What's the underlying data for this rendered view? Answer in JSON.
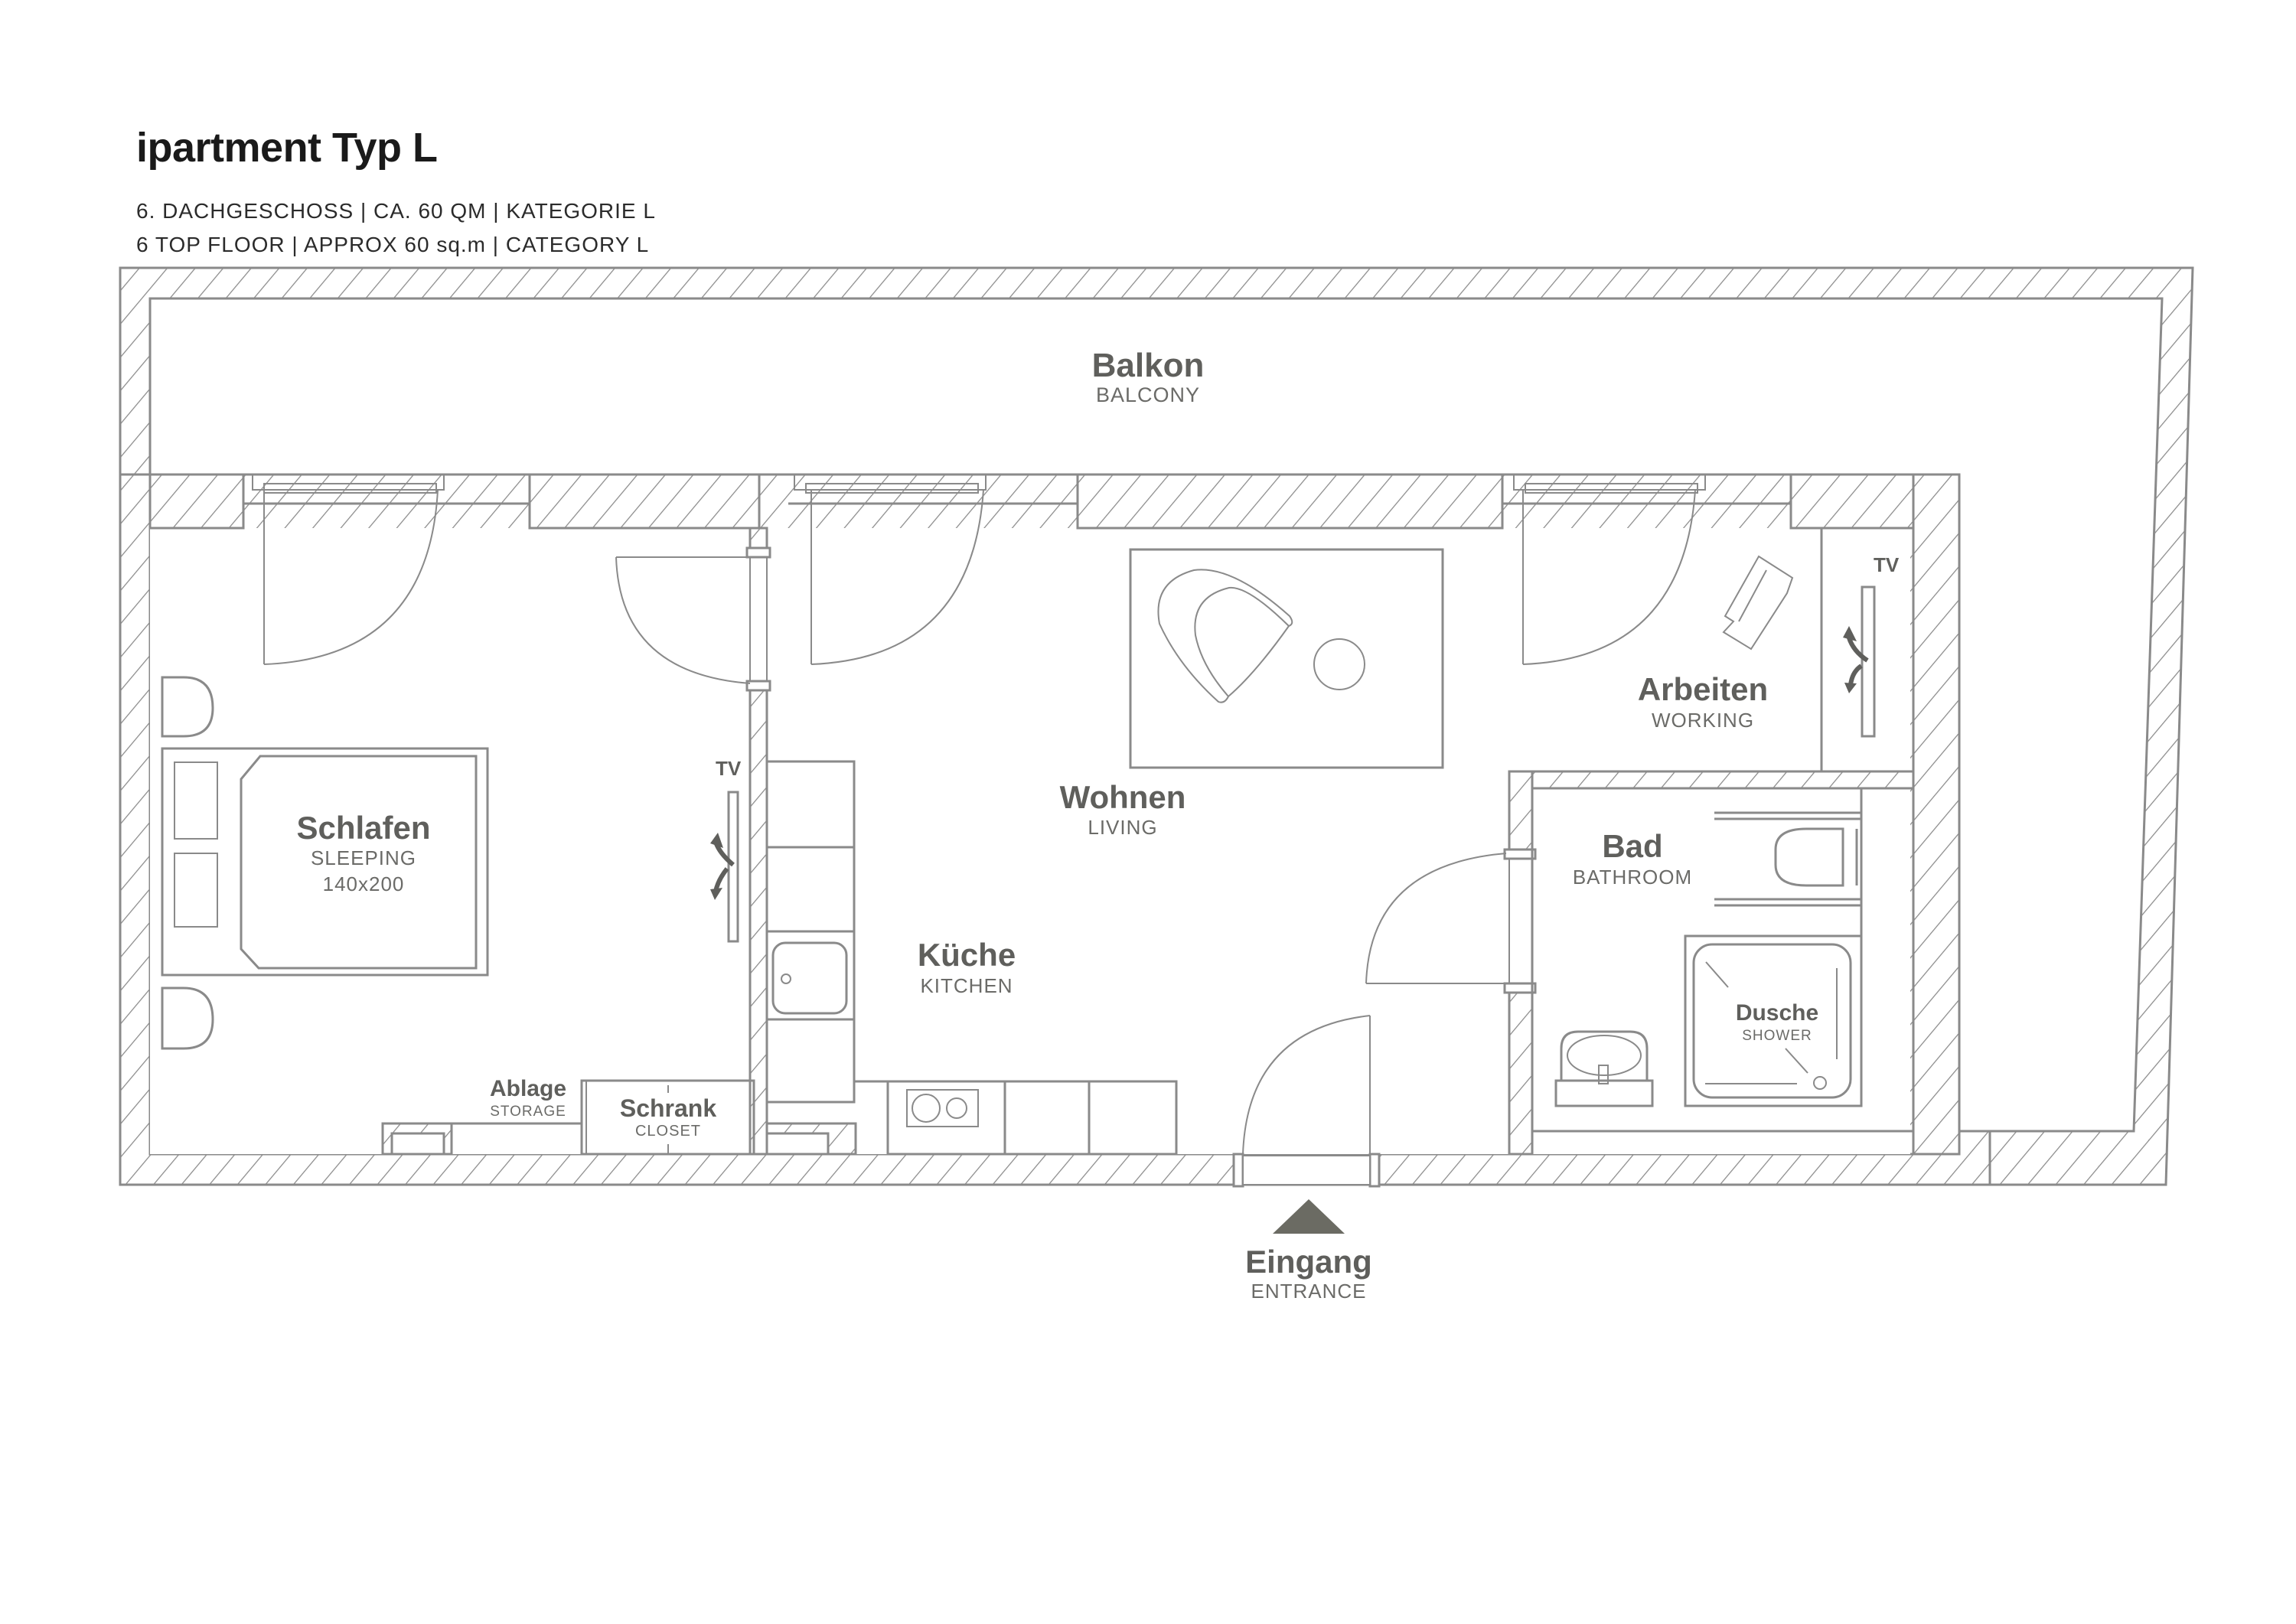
{
  "header": {
    "title": "ipartment Typ L",
    "subtitle_de": "6. DACHGESCHOSS | CA. 60 QM | KATEGORIE L",
    "subtitle_en": "6 TOP FLOOR | APPROX 60 sq.m | CATEGORY L"
  },
  "rooms": {
    "balcony": {
      "de": "Balkon",
      "en": "BALCONY"
    },
    "sleeping": {
      "de": "Schlafen",
      "en": "SLEEPING",
      "bed_size": "140x200"
    },
    "living": {
      "de": "Wohnen",
      "en": "LIVING"
    },
    "kitchen": {
      "de": "Küche",
      "en": "KITCHEN"
    },
    "working": {
      "de": "Arbeiten",
      "en": "WORKING"
    },
    "bathroom": {
      "de": "Bad",
      "en": "BATHROOM"
    },
    "shower": {
      "de": "Dusche",
      "en": "SHOWER"
    },
    "storage": {
      "de": "Ablage",
      "en": "STORAGE"
    },
    "closet": {
      "de": "Schrank",
      "en": "CLOSET"
    },
    "entrance": {
      "de": "Eingang",
      "en": "ENTRANCE"
    }
  },
  "fixtures": {
    "tv_bedroom": "TV",
    "tv_working": "TV"
  },
  "colors": {
    "wall_line": "#8a8a8a",
    "label_dark": "#5f5f5c",
    "entrance_arrow": "#6b6b63",
    "title": "#1a1a1a"
  }
}
